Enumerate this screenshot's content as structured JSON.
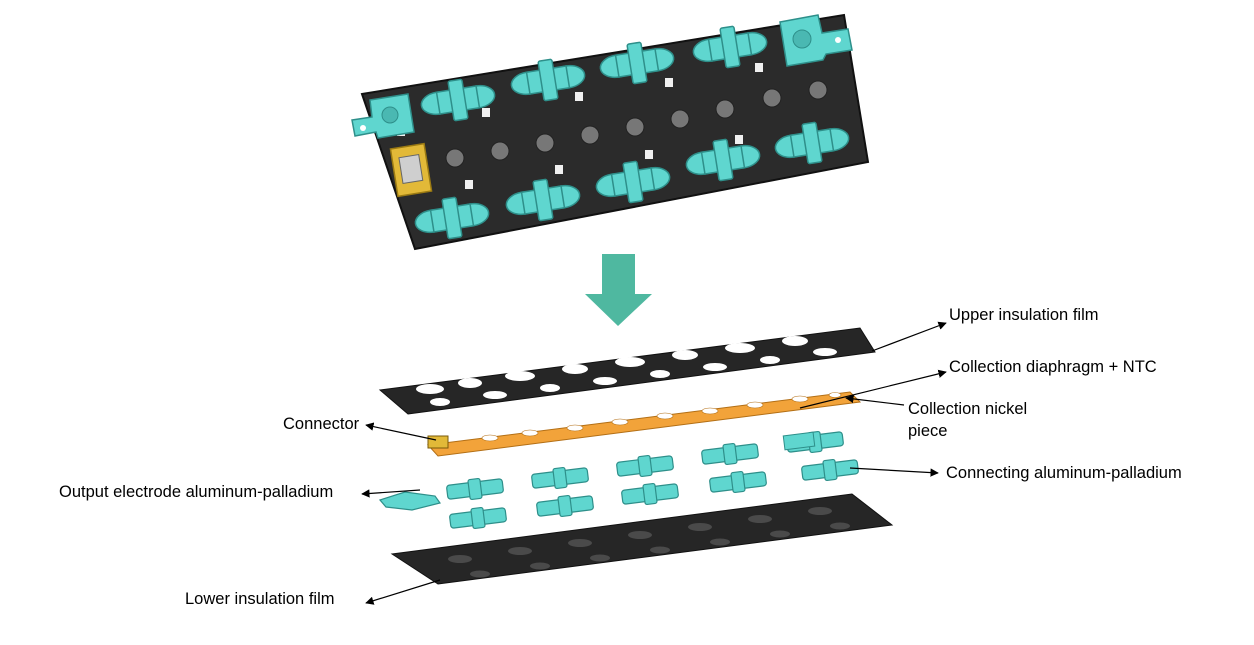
{
  "labels": {
    "upper_film": "Upper insulation film",
    "diaphragm": "Collection diaphragm + NTC",
    "nickel": "Collection nickel piece",
    "connector": "Connector",
    "output_al": "Output electrode aluminum-palladium",
    "connecting_al": "Connecting aluminum-palladium",
    "lower_film": "Lower insulation film"
  },
  "colors": {
    "board": "#2b2b2b",
    "tab": "#5fd6cf",
    "tab_edge": "#2e8f8a",
    "arrow": "#4fb8a0",
    "collector": "#f2a33a",
    "connector": "#e2b938"
  }
}
